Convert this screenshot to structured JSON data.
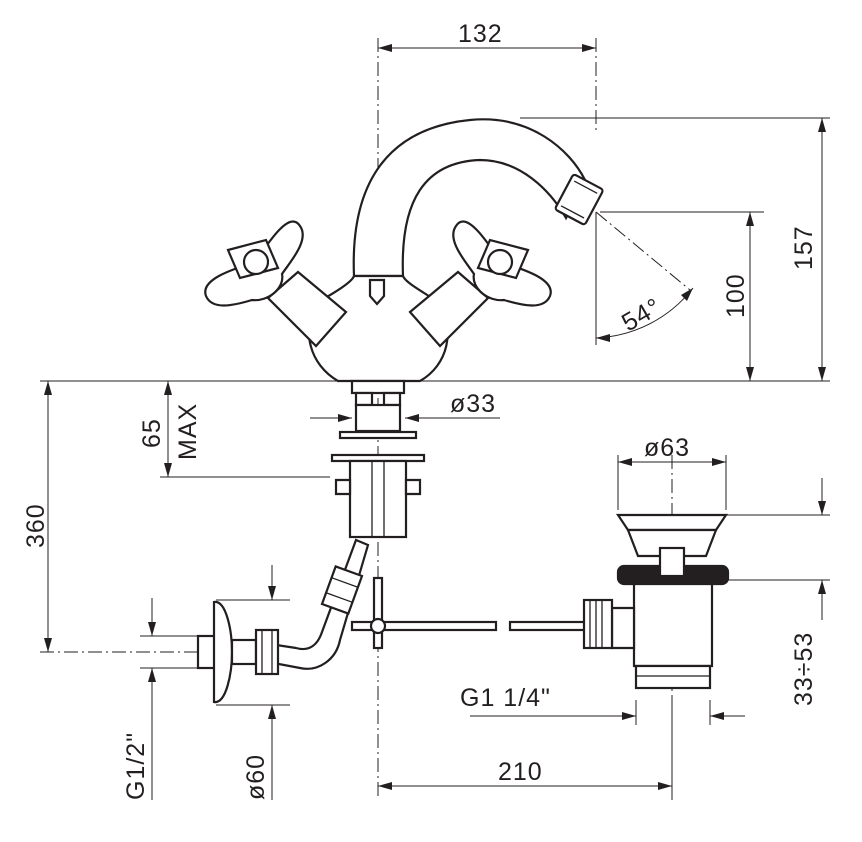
{
  "dimensions": {
    "width_top": "132",
    "height_total": "157",
    "height_spout": "100",
    "angle": "54°",
    "diameter_body": "ø33",
    "thickness": "65",
    "thickness_note": "MAX",
    "height_below": "360",
    "diameter_waste": "ø63",
    "waste_adjust": "33÷53",
    "waste_thread": "G1  1/4\"",
    "depth": "210",
    "supply_thread": "G1/2\"",
    "flange_diameter": "ø60"
  },
  "colors": {
    "line": "#231f20",
    "background": "#ffffff"
  }
}
